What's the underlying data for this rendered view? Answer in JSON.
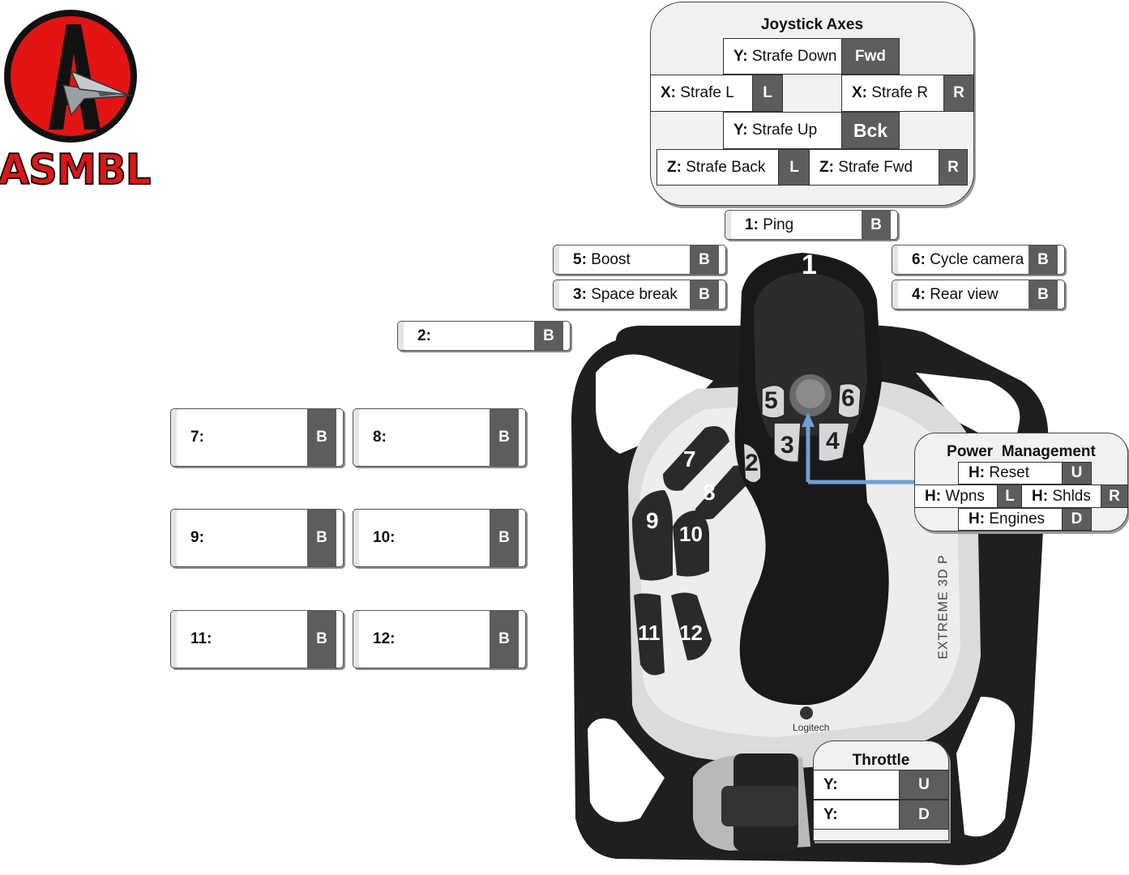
{
  "logo": {
    "text": "ASMBL",
    "letter": "A"
  },
  "joystick_axes": {
    "title": "Joystick Axes",
    "y_down": {
      "axis": "Y:",
      "action": "Strafe Down",
      "key": "Fwd"
    },
    "x_left": {
      "axis": "X:",
      "action": "Strafe L",
      "key": "L"
    },
    "x_right": {
      "axis": "X:",
      "action": "Strafe R",
      "key": "R"
    },
    "y_up": {
      "axis": "Y:",
      "action": "Strafe Up",
      "key": "Bck"
    },
    "z_back": {
      "axis": "Z:",
      "action": "Strafe Back",
      "key": "L"
    },
    "z_fwd": {
      "axis": "Z:",
      "action": "Strafe Fwd",
      "key": "R"
    }
  },
  "buttons": {
    "b1": {
      "num": "1:",
      "action": "Ping",
      "key": "B"
    },
    "b5": {
      "num": "5:",
      "action": "Boost",
      "key": "B"
    },
    "b3": {
      "num": "3:",
      "action": "Space break",
      "key": "B"
    },
    "b6": {
      "num": "6:",
      "action": "Cycle camera",
      "key": "B"
    },
    "b4": {
      "num": "4:",
      "action": "Rear view",
      "key": "B"
    },
    "b2": {
      "num": "2:",
      "action": "",
      "key": "B"
    },
    "b7": {
      "num": "7:",
      "action": "",
      "key": "B"
    },
    "b8": {
      "num": "8:",
      "action": "",
      "key": "B"
    },
    "b9": {
      "num": "9:",
      "action": "",
      "key": "B"
    },
    "b10": {
      "num": "10:",
      "action": "",
      "key": "B"
    },
    "b11": {
      "num": "11:",
      "action": "",
      "key": "B"
    },
    "b12": {
      "num": "12:",
      "action": "",
      "key": "B"
    }
  },
  "power_management": {
    "title": "Power  Management",
    "reset": {
      "axis": "H:",
      "action": "Reset",
      "key": "U"
    },
    "wpns": {
      "axis": "H:",
      "action": "Wpns",
      "key": "L"
    },
    "shlds": {
      "axis": "H:",
      "action": "Shlds",
      "key": "R"
    },
    "engines": {
      "axis": "H:",
      "action": "Engines",
      "key": "D"
    }
  },
  "throttle": {
    "title": "Throttle",
    "up": {
      "axis": "Y:",
      "action": "",
      "key": "U"
    },
    "down": {
      "axis": "Y:",
      "action": "",
      "key": "D"
    }
  },
  "joystick": {
    "brand": "Logitech",
    "model": "EXTREME 3D P",
    "button_labels": [
      "1",
      "2",
      "3",
      "4",
      "5",
      "6",
      "7",
      "8",
      "9",
      "10",
      "11",
      "12"
    ]
  },
  "colors": {
    "logo_red": "#e31414",
    "key_gray": "#5d5d5d",
    "arrow_blue": "#6f9fd4"
  }
}
